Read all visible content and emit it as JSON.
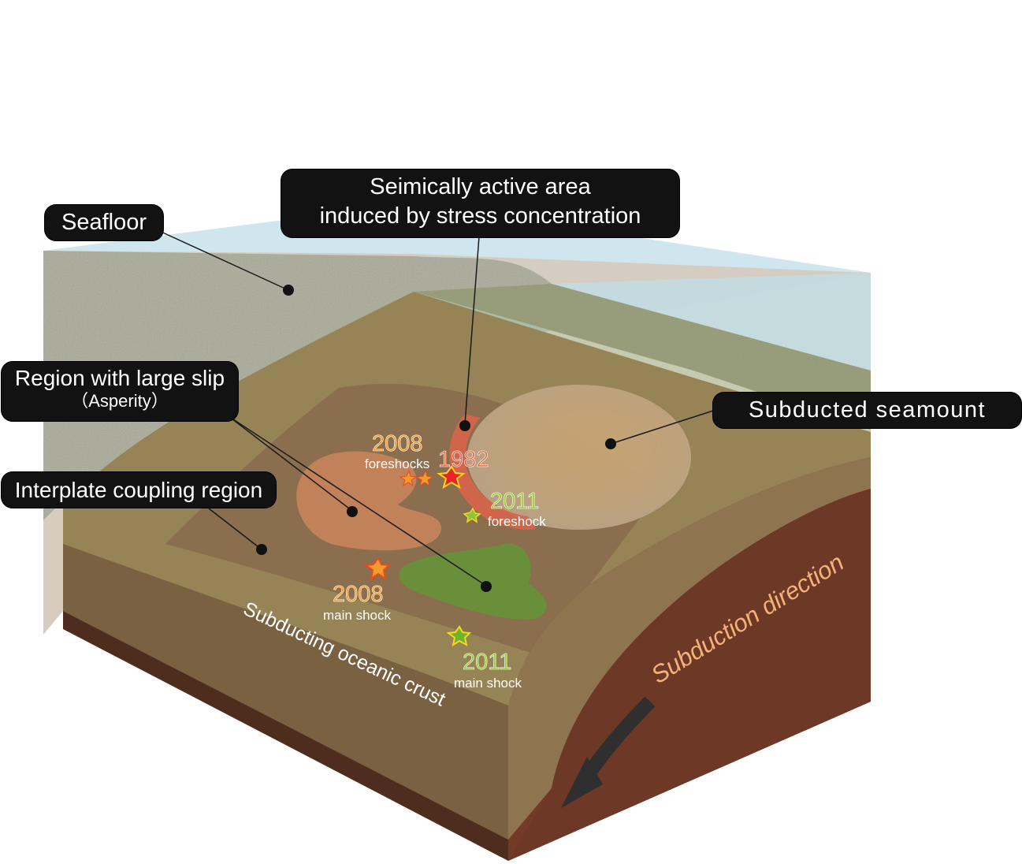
{
  "callouts": {
    "seafloor": "Seafloor",
    "active_area_line1": "Seimically active area",
    "active_area_line2": "induced by stress concentration",
    "large_slip_line1": "Region with large slip",
    "large_slip_line2": "（Asperity）",
    "coupling": "Interplate coupling region",
    "seamount": "Subducted seamount"
  },
  "labels": {
    "oceanic_crust": "Subducting oceanic crust",
    "subduction_direction": "Subduction direction"
  },
  "events": {
    "foreshock_2008_year": "2008",
    "foreshock_2008_type": "foreshocks",
    "event_1982_year": "1982",
    "foreshock_2011_year": "2011",
    "foreshock_2011_type": "foreshock",
    "main_2008_year": "2008",
    "main_2008_type": "main shock",
    "main_2011_year": "2011",
    "main_2011_type": "main shock"
  },
  "colors": {
    "water": "#cde7ee",
    "seafloor_gray": "#a9a996",
    "crust_top": "#8e7e55",
    "crust_side": "#7a6446",
    "mantle": "#6f3a28",
    "asperity": "#c4825a",
    "green_patch": "#6a8f3a",
    "active_arc": "#d8644a",
    "seamount": "#c7a67a",
    "orange_text": "#f39a2b",
    "green_text": "#9acd32"
  }
}
